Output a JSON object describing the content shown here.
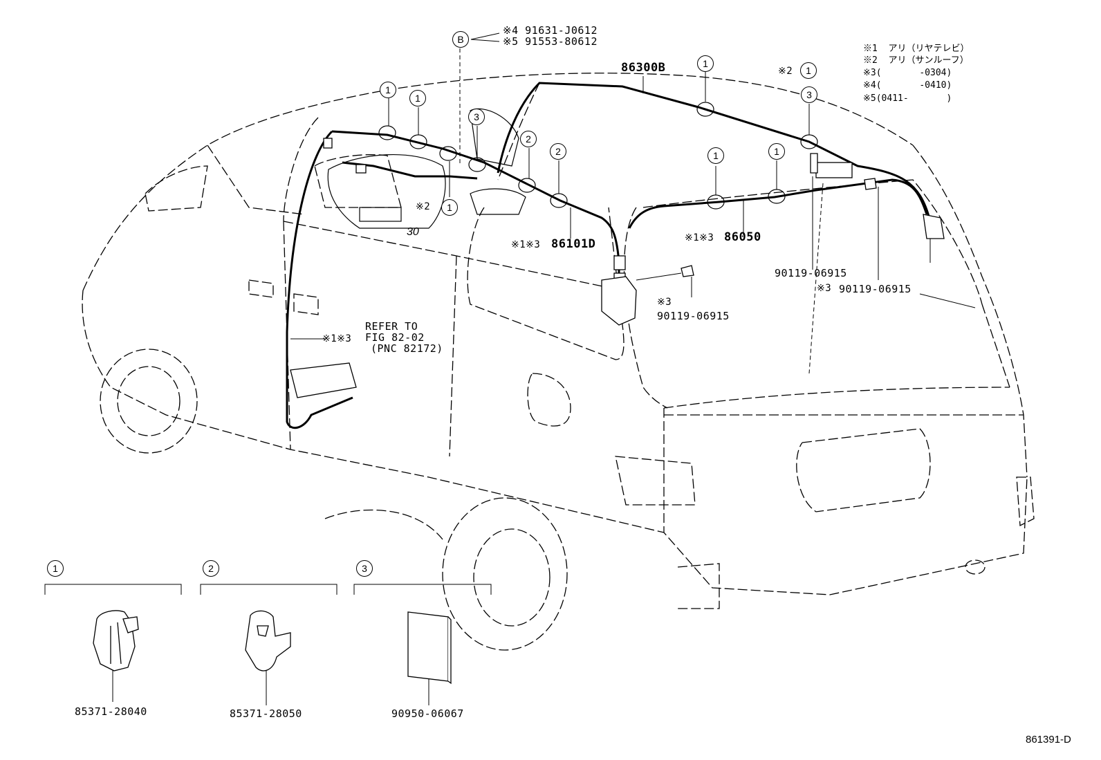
{
  "legend": [
    "※1  アリ（リヤテレビ）",
    "※2  アリ（サンルーフ）",
    "※3(       -0304)",
    "※4(       -0410)",
    "※5(0411-       )"
  ],
  "callouts": {
    "b_marker": "B",
    "b_part_4": "※4 91631-J0612",
    "b_part_5": "※5 91553-80612",
    "harness_86300b": "86300B",
    "harness_86101d_prefix": "※1※3",
    "harness_86101d": "86101D",
    "harness_86050_prefix": "※1※3",
    "harness_86050": "86050",
    "bolt_left_prefix": "※3",
    "bolt_left": "90119-06915",
    "bolt_center": "90119-06915",
    "bolt_right_prefix": "※3",
    "bolt_right": "90119-06915",
    "roof_clip_prefix": "※2",
    "dash_note_prefix": "※2",
    "refer_prefix": "※1※3",
    "refer_line1": "REFER TO",
    "refer_line2": "FIG 82-02",
    "refer_line3": "(PNC 82172)"
  },
  "clip_markers": [
    "1",
    "2",
    "3"
  ],
  "parts": [
    {
      "index": "1",
      "part_number": "85371-28040"
    },
    {
      "index": "2",
      "part_number": "85371-28050"
    },
    {
      "index": "3",
      "part_number": "90950-06067"
    }
  ],
  "figure_code": "861391-D"
}
